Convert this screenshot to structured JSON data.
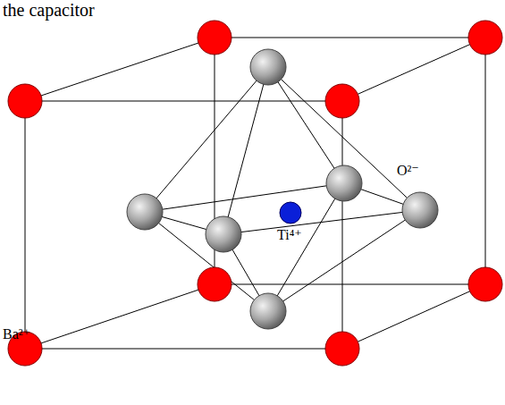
{
  "diagram": {
    "labels": [
      "the capacitor",
      "O²⁻",
      "Ti⁴⁺",
      "Ba²⁺"
    ]
  }
}
